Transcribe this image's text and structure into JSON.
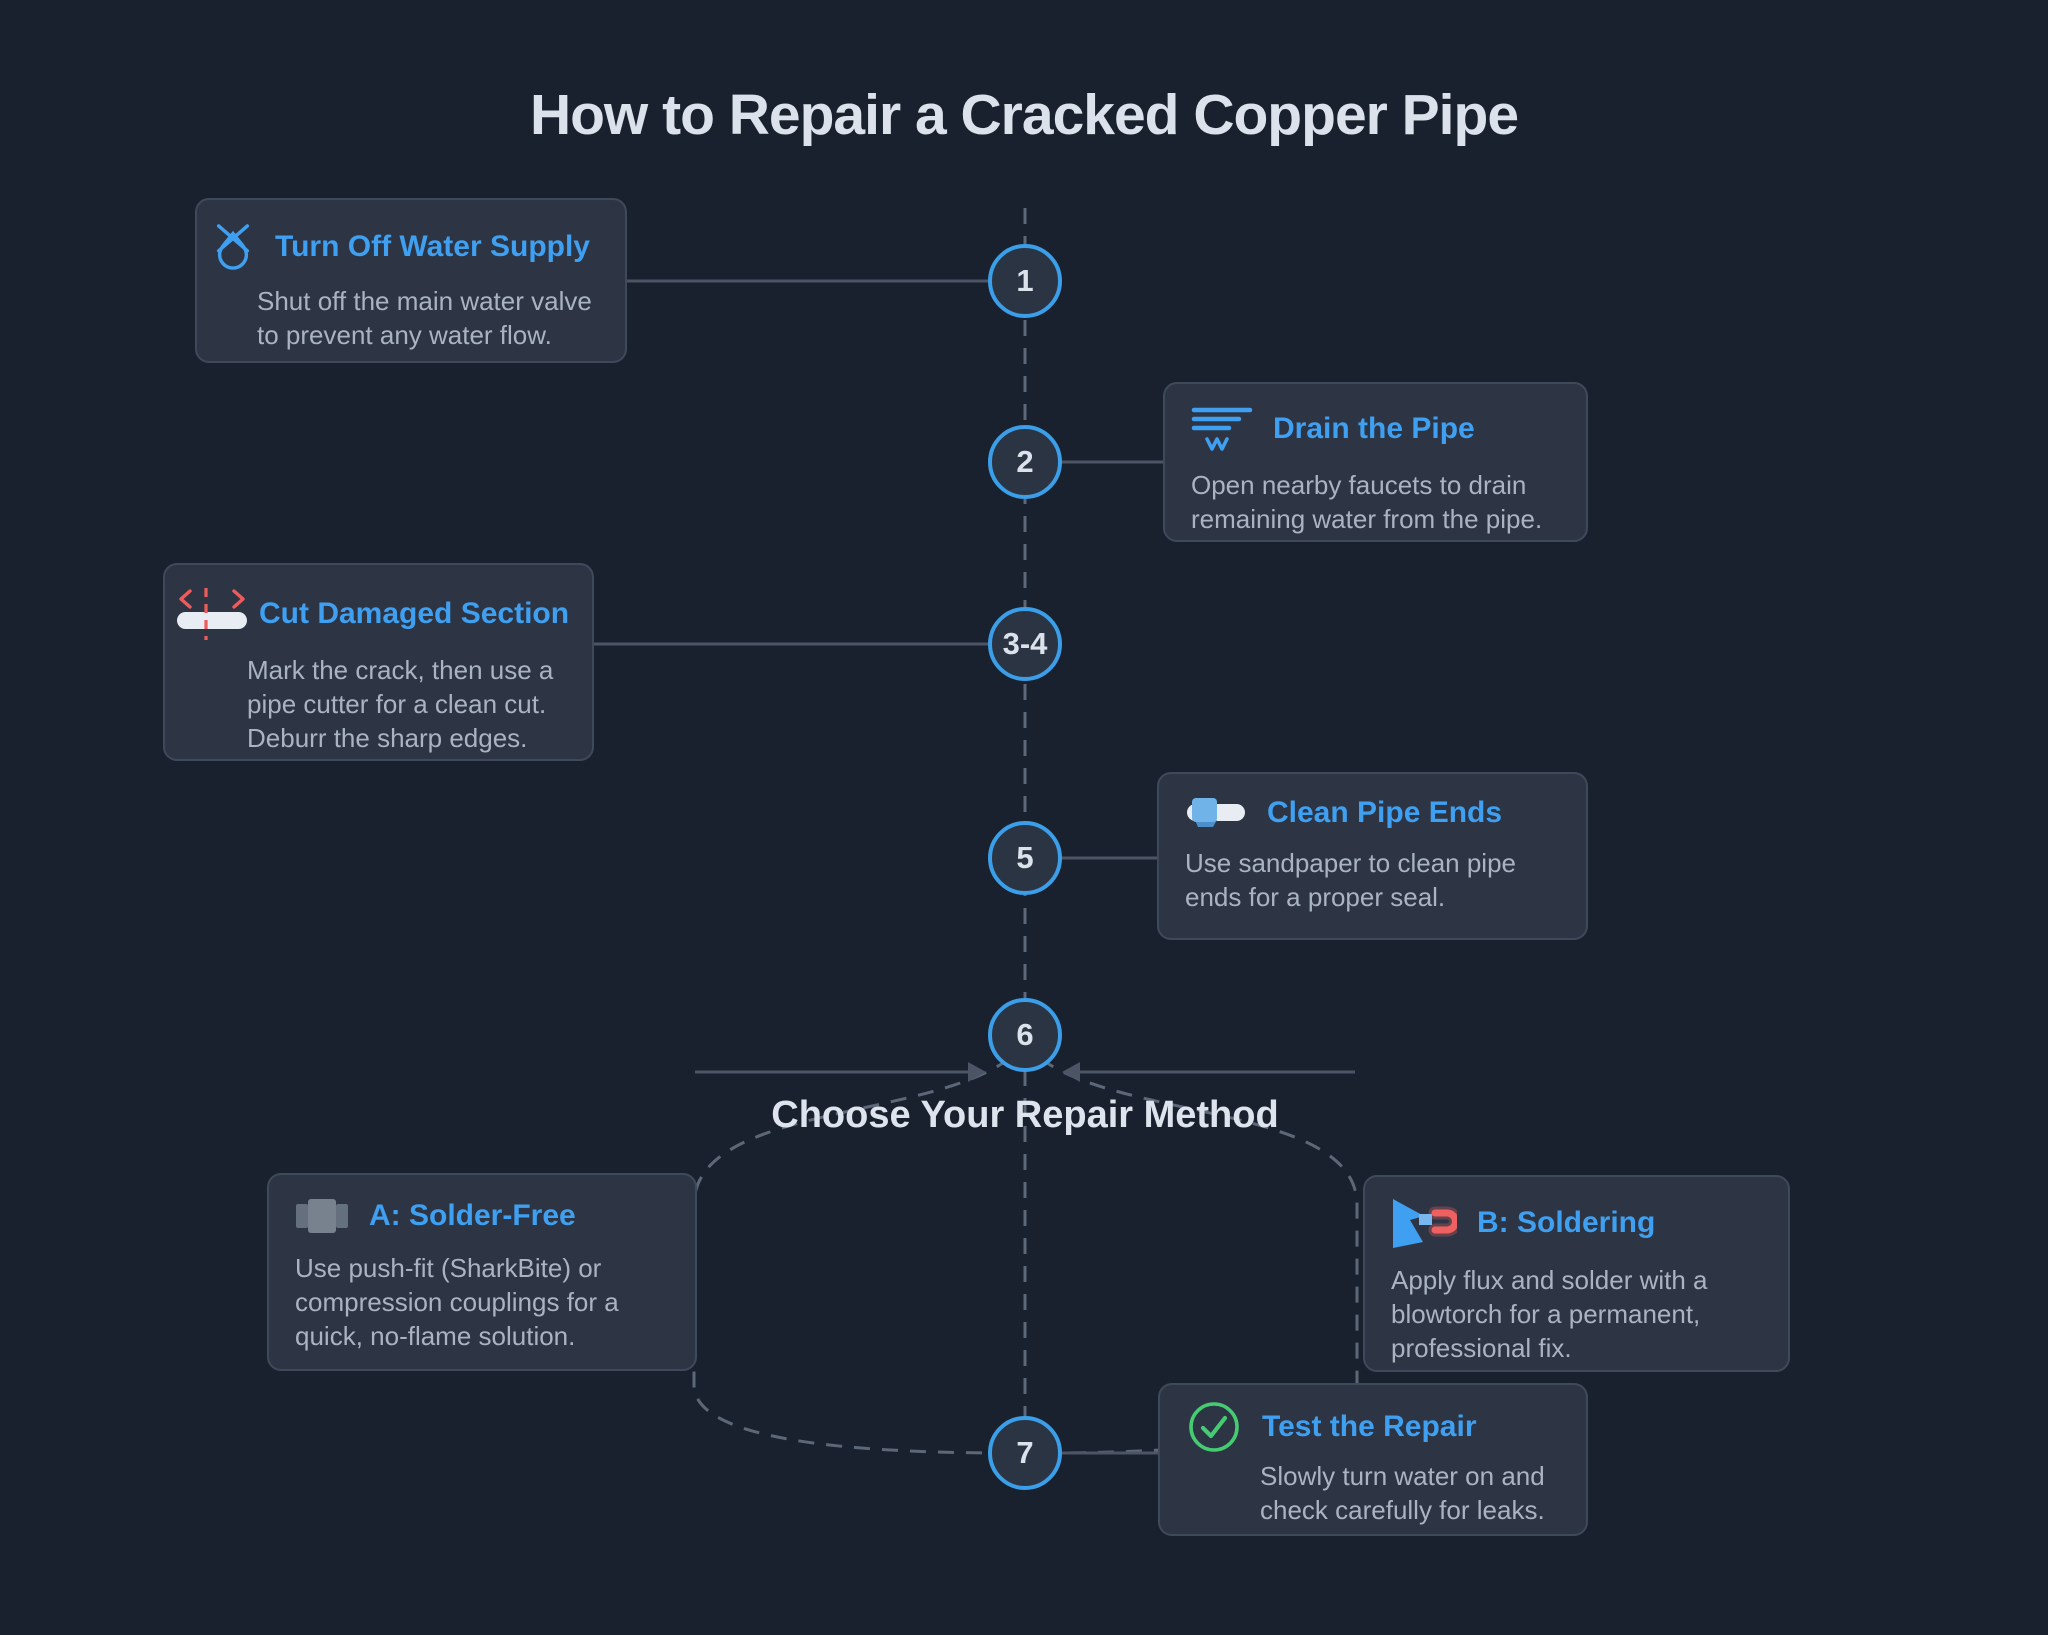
{
  "title": "How to Repair a Cracked Copper Pipe",
  "branch_label": "Choose Your Repair Method",
  "steps": [
    {
      "num": "1",
      "title": "Turn Off Water Supply",
      "desc": "Shut off the main water valve to prevent any water flow.",
      "icon": "water-supply-off-icon"
    },
    {
      "num": "2",
      "title": "Drain the Pipe",
      "desc": "Open nearby faucets to drain remaining water from the pipe.",
      "icon": "drain-lines-icon"
    },
    {
      "num": "3-4",
      "title": "Cut Damaged Section",
      "desc": "Mark the crack, then use a pipe cutter for a clean cut. Deburr the sharp edges.",
      "icon": "pipe-cutter-icon"
    },
    {
      "num": "5",
      "title": "Clean Pipe Ends",
      "desc": "Use sandpaper to clean pipe ends for a proper seal.",
      "icon": "sandpaper-pipe-icon"
    },
    {
      "num": "6"
    },
    {
      "num": "7",
      "title": "Test the Repair",
      "desc": "Slowly turn water on and check carefully for leaks.",
      "icon": "check-circle-icon"
    }
  ],
  "methods": [
    {
      "title": "A: Solder-Free",
      "desc": "Use push-fit (SharkBite) or compression couplings for a quick, no-flame solution.",
      "icon": "coupling-icon"
    },
    {
      "title": "B: Soldering",
      "desc": "Apply flux and solder with a blowtorch for a permanent, professional fix.",
      "icon": "blowtorch-icon"
    }
  ],
  "colors": {
    "background": "#1a212e",
    "card_background": "#2d3544",
    "accent_blue": "#3f9ff0",
    "body_text": "#a9b3c1",
    "heading_text": "#dbe2ec",
    "connector_solid": "#4c5566",
    "connector_dashed": "#5c6777",
    "success_green": "#45cb72",
    "danger_red": "#ef5a5a"
  }
}
